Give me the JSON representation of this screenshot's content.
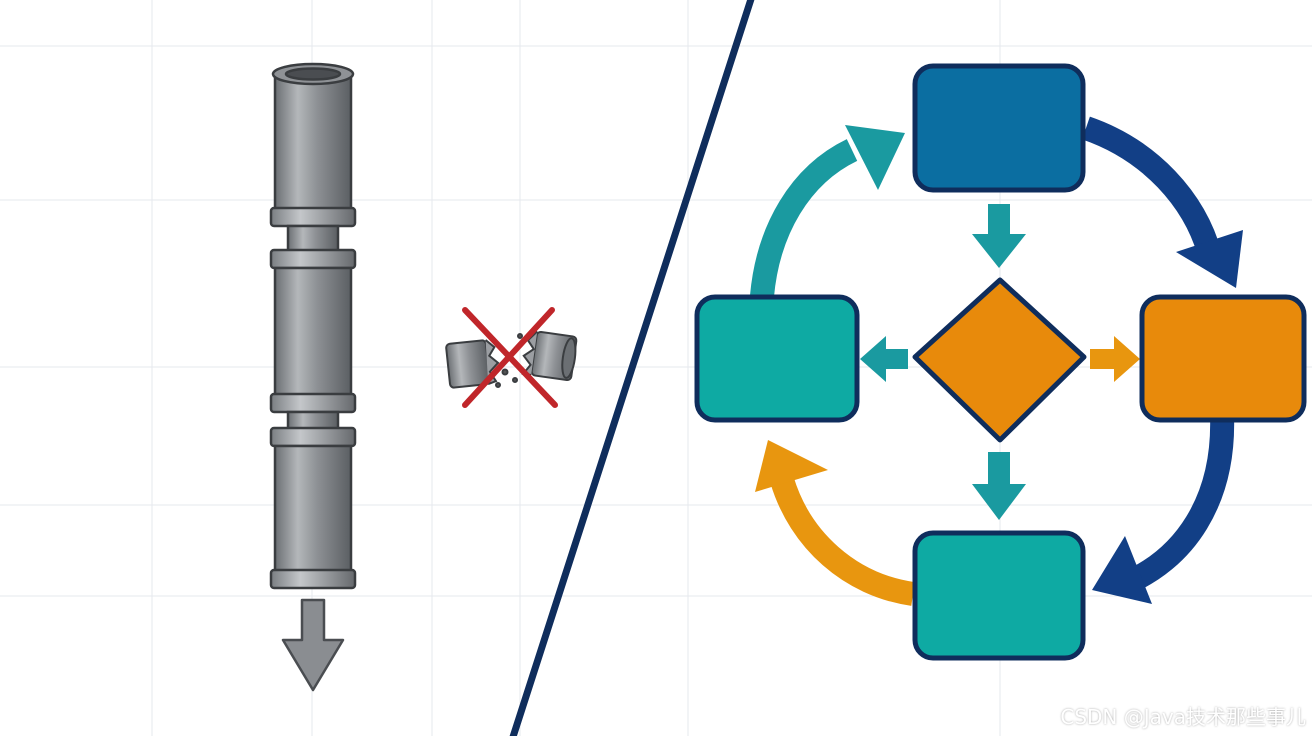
{
  "watermark": {
    "text": "CSDN @Java技术那些事儿"
  },
  "colors": {
    "background": "#ffffff",
    "grid": "#e6e9ee",
    "pipe_fill": "#9a9da1",
    "pipe_dark": "#5f6368",
    "pipe_outline": "#3a3d40",
    "broken_x": "#c0262a",
    "divider": "#0f2d5c",
    "node_blue": "#0b6ea1",
    "node_teal": "#0eaaa3",
    "node_orange": "#e88a0b",
    "node_outline": "#0f2d5c",
    "arrow_teal": "#1a9aa0",
    "arrow_navy": "#123f86",
    "arrow_orange": "#e8960f"
  },
  "left_panel": {
    "concept": "linear-pipeline",
    "icons": [
      "stacked-pipe-icon",
      "down-arrow-icon",
      "broken-pipe-icon",
      "red-x-icon"
    ]
  },
  "right_panel": {
    "concept": "cyclic-flowchart",
    "nodes": [
      "top-process-node",
      "left-process-node",
      "decision-diamond",
      "right-process-node",
      "bottom-process-node"
    ]
  }
}
